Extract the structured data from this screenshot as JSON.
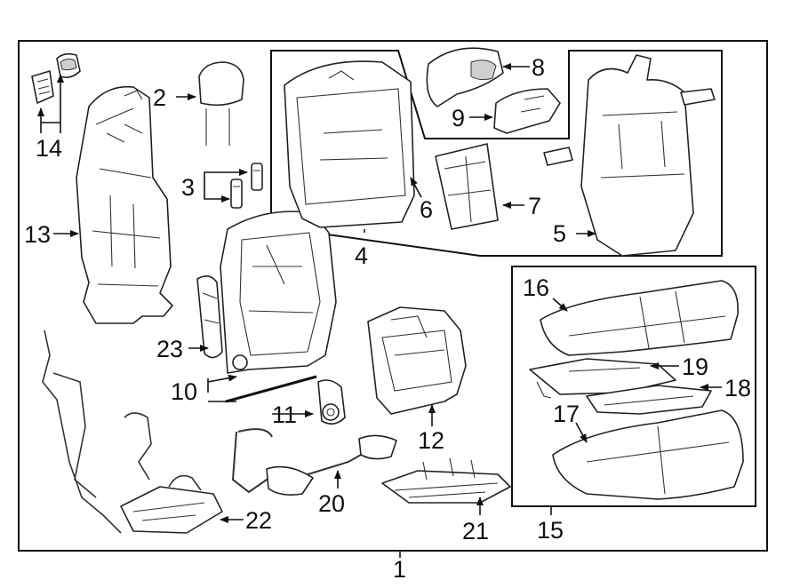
{
  "diagram": {
    "callouts": {
      "c1": "1",
      "c2": "2",
      "c3": "3",
      "c4": "4",
      "c5": "5",
      "c6": "6",
      "c7": "7",
      "c8": "8",
      "c9": "9",
      "c10": "10",
      "c11": "11",
      "c12": "12",
      "c13": "13",
      "c14": "14",
      "c15": "15",
      "c16": "16",
      "c17": "17",
      "c18": "18",
      "c19": "19",
      "c20": "20",
      "c21": "21",
      "c22": "22",
      "c23": "23"
    },
    "colors": {
      "line": "#111111",
      "background": "#ffffff",
      "shade": "#cfcfcf"
    }
  }
}
